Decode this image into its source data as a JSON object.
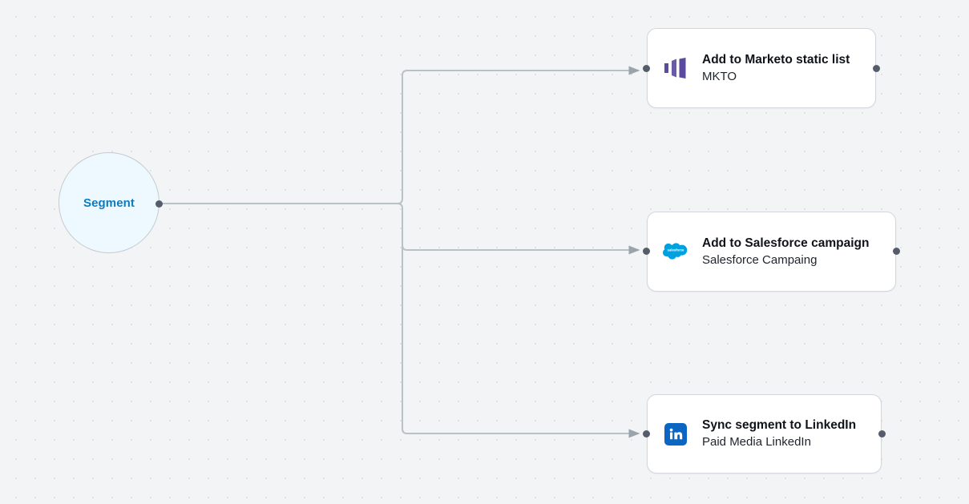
{
  "canvas": {
    "name": "workflow-canvas",
    "background_color": "#f2f4f6",
    "dot_color": "#e0e2e6"
  },
  "source_node": {
    "label": "Segment",
    "fill_color": "#edf9fe",
    "border_color": "#c6cbd1",
    "text_color": "#0b7cc1"
  },
  "nodes": [
    {
      "id": "marketo",
      "title": "Add to Marketo static list",
      "subtitle": "MKTO",
      "icon": "marketo-icon",
      "icon_color": "#5b4b9e"
    },
    {
      "id": "salesforce",
      "title": "Add to Salesforce campaign",
      "subtitle": "Salesforce Campaing",
      "icon": "salesforce-icon",
      "icon_color": "#00a1e0"
    },
    {
      "id": "linkedin",
      "title": "Sync segment to LinkedIn",
      "subtitle": "Paid Media LinkedIn",
      "icon": "linkedin-icon",
      "icon_color": "#0a66c2"
    }
  ],
  "edges": {
    "line_color": "#b9c2c4",
    "arrow_color": "#9aa4ac",
    "port_color": "#555c6b"
  }
}
